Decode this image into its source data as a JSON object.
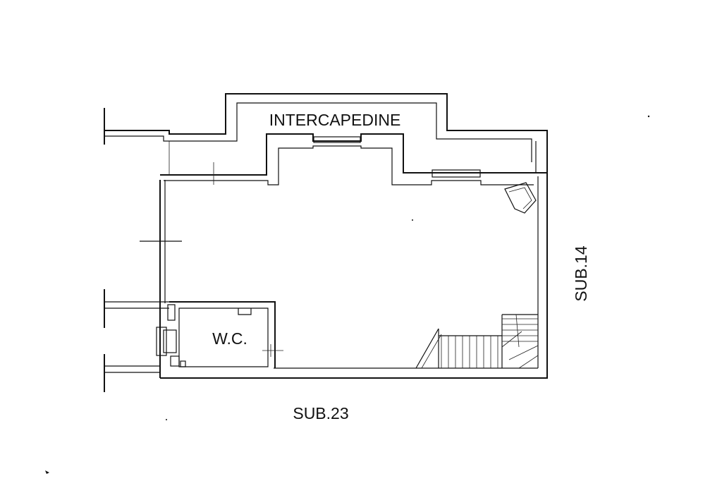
{
  "labels": {
    "intercapedine": "INTERCAPEDINE",
    "wc": "W.C.",
    "sub_23": "SUB.23",
    "sub_14": "SUB.14"
  },
  "colors": {
    "line": "#111111",
    "background": "#ffffff"
  }
}
